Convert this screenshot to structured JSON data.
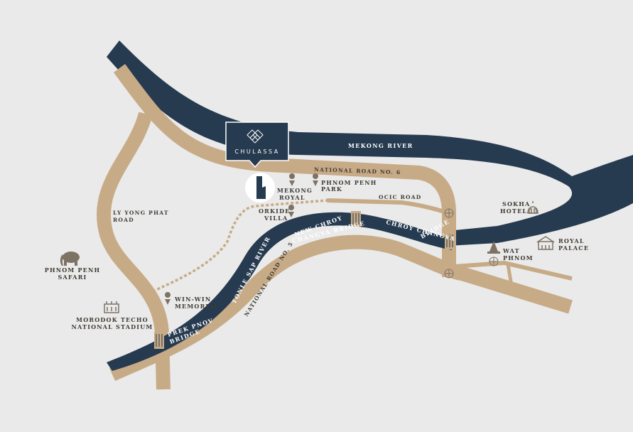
{
  "colors": {
    "background": "#eaeaea",
    "river": "#263a50",
    "road": "#c7ab86",
    "text": "#3f3a33",
    "icon": "#7e7265"
  },
  "brand": {
    "name": "CHULASSA",
    "icon": "chulassa-logo-icon"
  },
  "rivers": {
    "mekong": "MEKONG RIVER",
    "tonle_sap_l1": "TONLE SAP RIVER"
  },
  "roads": {
    "national_6": "NATIONAL ROAD NO. 6",
    "national_5": "NATIONAL ROAD NO. 5",
    "ocic": "OCIC ROAD",
    "ly_yong_phat_l1": "LY YONG PHAT",
    "ly_yong_phat_l2": "ROAD"
  },
  "bridges": {
    "new_chroy_l1": "NEW CHROY",
    "new_chroy_l2": "CHANGVA BRIDGE",
    "chroy_l1": "CHROY  CHANGVA",
    "chroy_l2": "BRIDGE",
    "prek_l1": "PREK PNOV",
    "prek_l2": "BRIDGE"
  },
  "places": {
    "mekong_royal_l1": "MEKONG",
    "mekong_royal_l2": "ROYAL",
    "phnom_penh_park_l1": "PHNOM PENH",
    "phnom_penh_park_l2": "PARK",
    "orkide_l1": "ORKIDE",
    "orkide_l2": "VILLA",
    "sokha_l1": "SOKHA",
    "sokha_l2": "HOTEL",
    "royal_palace_l1": "ROYAL",
    "royal_palace_l2": "PALACE",
    "wat_phnom_l1": "WAT",
    "wat_phnom_l2": "PHNOM",
    "safari_l1": "PHNOM PENH",
    "safari_l2": "SAFARI",
    "win_win_l1": "WIN-WIN",
    "win_win_l2": "MEMORIAL",
    "stadium_l1": "MORODOK TECHO",
    "stadium_l2": "NATIONAL STADIUM"
  },
  "icons": [
    "pin-icon",
    "elephant-icon",
    "stadium-icon",
    "hotel-dome-icon",
    "palace-icon",
    "temple-icon",
    "roundabout-icon",
    "bridge-icon"
  ]
}
